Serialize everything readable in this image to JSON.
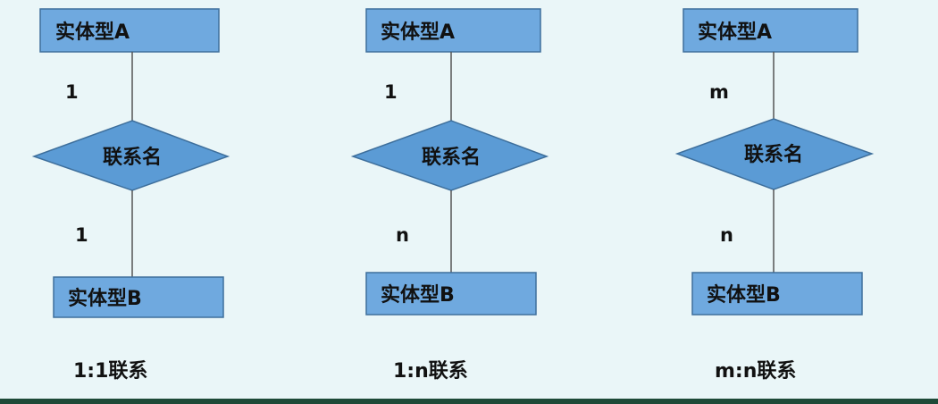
{
  "colors": {
    "background": "#eaf6f8",
    "entity_fill": "#6fa9df",
    "relation_fill": "#5b9bd5",
    "bottom_border": "#1e4a38"
  },
  "diagrams": [
    {
      "entity_a": "实体型A",
      "cardinality_a": "1",
      "relation": "联系名",
      "cardinality_b": "1",
      "entity_b": "实体型B",
      "caption": "1:1联系"
    },
    {
      "entity_a": "实体型A",
      "cardinality_a": "1",
      "relation": "联系名",
      "cardinality_b": "n",
      "entity_b": "实体型B",
      "caption": "1:n联系"
    },
    {
      "entity_a": "实体型A",
      "cardinality_a": "m",
      "relation": "联系名",
      "cardinality_b": "n",
      "entity_b": "实体型B",
      "caption": "m:n联系"
    }
  ]
}
